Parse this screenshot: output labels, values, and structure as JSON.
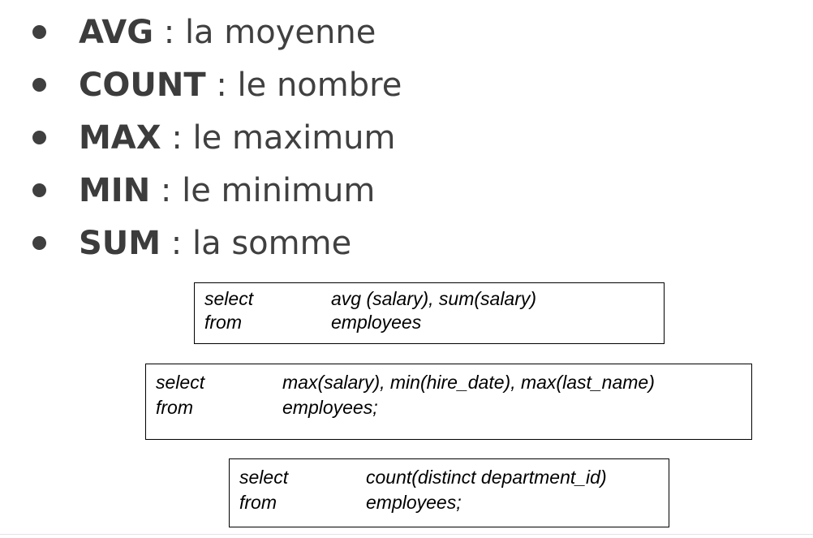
{
  "bullets": [
    {
      "keyword": "AVG",
      "separator": " : ",
      "description": "la moyenne"
    },
    {
      "keyword": "COUNT",
      "separator": " : ",
      "description": "le nombre"
    },
    {
      "keyword": "MAX",
      "separator": " : ",
      "description": "le maximum"
    },
    {
      "keyword": "MIN",
      "separator": " : ",
      "description": "le minimum"
    },
    {
      "keyword": "SUM",
      "separator": " : ",
      "description": "la somme"
    }
  ],
  "sql_examples": [
    {
      "line1_keyword": "select",
      "line1_expr": "avg (salary), sum(salary)",
      "line2_keyword": "from",
      "line2_expr": "employees"
    },
    {
      "line1_keyword": "select",
      "line1_expr": "max(salary), min(hire_date), max(last_name)",
      "line2_keyword": "from",
      "line2_expr": "employees;"
    },
    {
      "line1_keyword": "select",
      "line1_expr": "count(distinct department_id)",
      "line2_keyword": "from",
      "line2_expr": "employees;"
    }
  ]
}
